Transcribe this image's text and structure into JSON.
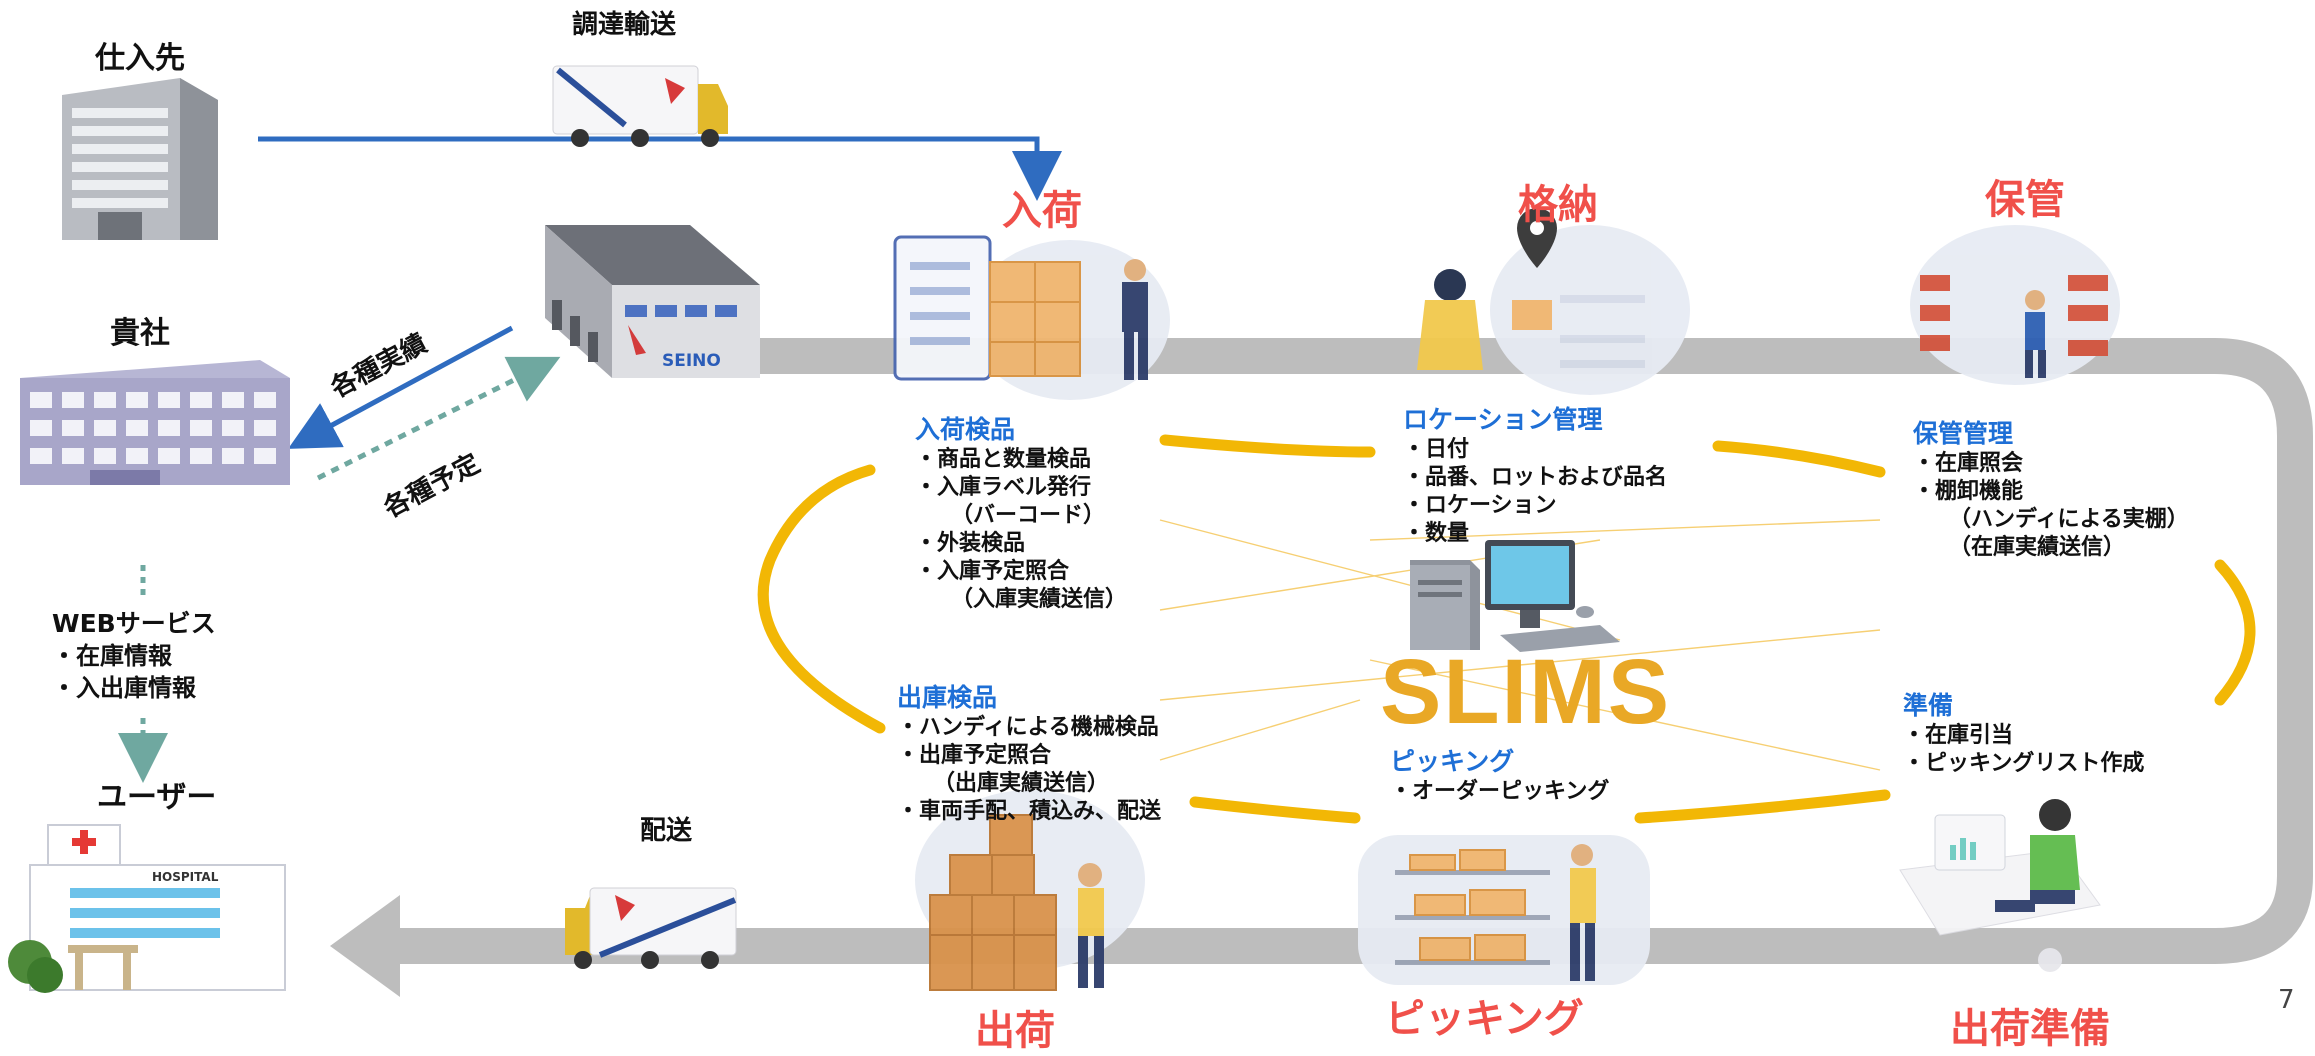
{
  "left": {
    "supplier": "仕入先",
    "procurement": "調達輸送",
    "company": "貴社",
    "results": "各種実績",
    "plans": "各種予定",
    "web_title": "WEBサービス",
    "web_items": [
      "・在庫情報",
      "・入出庫情報"
    ],
    "user": "ユーザー",
    "delivery": "配送",
    "warehouse_sign": "SEINO",
    "hospital_sign": "HOSPITAL"
  },
  "stages": {
    "nyuka": "入荷",
    "kakuno": "格納",
    "hokan": "保管",
    "shukka": "出荷",
    "picking": "ピッキング",
    "shukka_junbi": "出荷準備"
  },
  "center": {
    "logo": "SLIMS"
  },
  "blocks": {
    "nyuka_kenpin": {
      "title": "入荷検品",
      "items": [
        "・商品と数量検品",
        "・入庫ラベル発行",
        "（バーコード）",
        "・外装検品",
        "・入庫予定照合",
        "（入庫実績送信）"
      ]
    },
    "location": {
      "title": "ロケーション管理",
      "items": [
        "・日付",
        "・品番、ロットおよび品名",
        "・ロケーション",
        "・数量"
      ]
    },
    "hokan_kanri": {
      "title": "保管管理",
      "items": [
        "・在庫照会",
        "・棚卸機能",
        "（ハンディによる実棚）",
        "（在庫実績送信）"
      ]
    },
    "shukko_kenpin": {
      "title": "出庫検品",
      "items": [
        "・ハンディによる機械検品",
        "・出庫予定照合",
        "（出庫実績送信）",
        "・車両手配、積込み、配送"
      ]
    },
    "picking": {
      "title": "ピッキング",
      "items": [
        "・オーダーピッキング"
      ]
    },
    "junbi": {
      "title": "準備",
      "items": [
        "・在庫引当",
        "・ピッキングリスト作成"
      ]
    }
  },
  "page_number": "7",
  "colors": {
    "stage_red": "#f0504a",
    "head_blue": "#1e6fd6",
    "ring_yellow": "#f2b705",
    "arrow_blue": "#2f6cc0",
    "dotted_teal": "#6fa8a0",
    "track_gray": "#bdbdbd"
  }
}
